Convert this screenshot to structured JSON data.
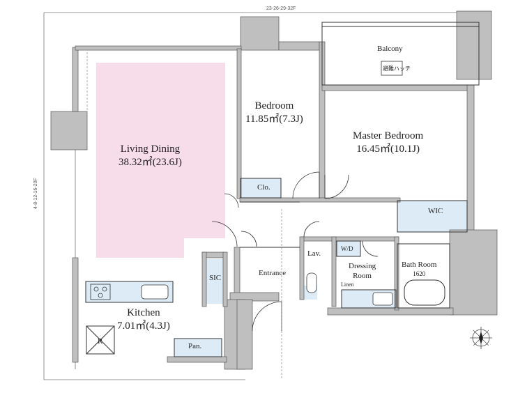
{
  "rooms": {
    "living": {
      "name": "Living Dining",
      "area": "38.32㎡(23.6J)"
    },
    "bedroom": {
      "name": "Bedroom",
      "area": "11.85㎡(7.3J)"
    },
    "master": {
      "name": "Master Bedroom",
      "area": "16.45㎡(10.1J)"
    },
    "kitchen": {
      "name": "Kitchen",
      "area": "7.01㎡(4.3J)"
    },
    "balcony": {
      "name": "Balcony"
    },
    "entrance": {
      "name": "Entrance"
    },
    "lav": {
      "name": "Lav."
    },
    "dressing": {
      "name": "Dressing",
      "name2": "Room"
    },
    "bath": {
      "name": "Bath Room",
      "size": "1620"
    }
  },
  "labels": {
    "clo": "Clo.",
    "wic": "WIC",
    "sic": "SIC",
    "wd": "W/D",
    "linen": "Linen",
    "pan": "Pan.",
    "fridge": "R",
    "evac": "避難ハッチ",
    "top_dim": "23-26-29-32F",
    "side_dim": "4-8-12-16-20F"
  },
  "colors": {
    "wall": "#bfbfbf",
    "wall_line": "#555555",
    "living_fill": "#f7dde9",
    "storage_fill": "#dcebf6",
    "line": "#333333"
  }
}
